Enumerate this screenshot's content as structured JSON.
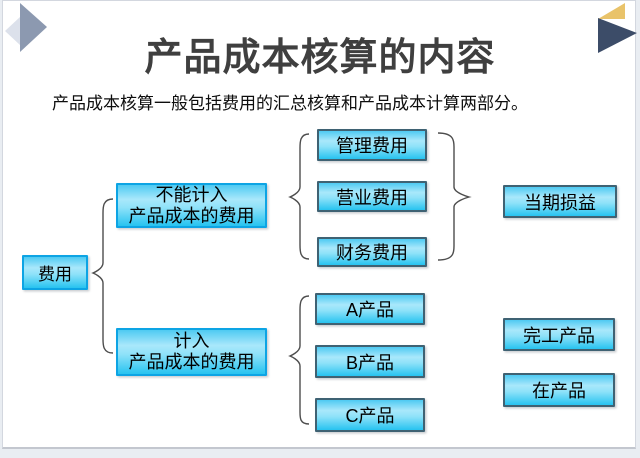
{
  "title": "产品成本核算的内容",
  "subtitle": "产品成本核算一般包括费用的汇总核算和产品成本计算两部分。",
  "diagram": {
    "root": "费用",
    "excluded_group": {
      "label": "不能计入\n产品成本的费用",
      "items": [
        "管理费用",
        "营业费用",
        "财务费用"
      ],
      "result": "当期损益"
    },
    "included_group": {
      "label": "计入\n产品成本的费用",
      "items": [
        "A产品",
        "B产品",
        "C产品"
      ],
      "results": [
        "完工产品",
        "在产品"
      ]
    }
  },
  "colors": {
    "title_text": "#3F3F3F",
    "box_fill_light": "#A9E8FB",
    "box_fill_dark": "#27C3F0",
    "box_border_blue": "#0DA4E4",
    "box_border_dark": "#3F6273",
    "brace_stroke": "#4D4D4D",
    "decor_yellow": "#E9C36A",
    "decor_navy": "#3C4C68",
    "decor_gray_blue": "#8C99B0",
    "decor_light_gray": "#DCE1EB"
  },
  "icons": {
    "top_left": "corner-triangles",
    "top_right": "corner-triangles"
  }
}
